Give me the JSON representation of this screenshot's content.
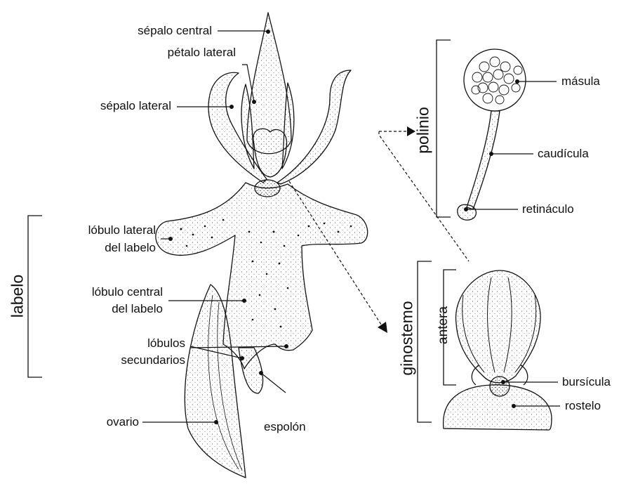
{
  "labels": {
    "sepalo_central": "sépalo central",
    "petalo_lateral": "pétalo lateral",
    "sepalo_lateral": "sépalo lateral",
    "lobulo_lateral_1": "lóbulo lateral",
    "lobulo_lateral_2": "del labelo",
    "labelo": "labelo",
    "lobulo_central_1": "lóbulo central",
    "lobulo_central_2": "del labelo",
    "lobulos_sec_1": "lóbulos",
    "lobulos_sec_2": "secundarios",
    "ovario": "ovario",
    "espolon": "espolón",
    "polinio": "polinio",
    "masula": "másula",
    "caudicula": "caudícula",
    "retinaculo": "retináculo",
    "ginostemo": "ginostemo",
    "antera": "antera",
    "bursicula": "bursícula",
    "rostelo": "rostelo"
  },
  "colors": {
    "ink": "#111111",
    "background": "#ffffff"
  }
}
